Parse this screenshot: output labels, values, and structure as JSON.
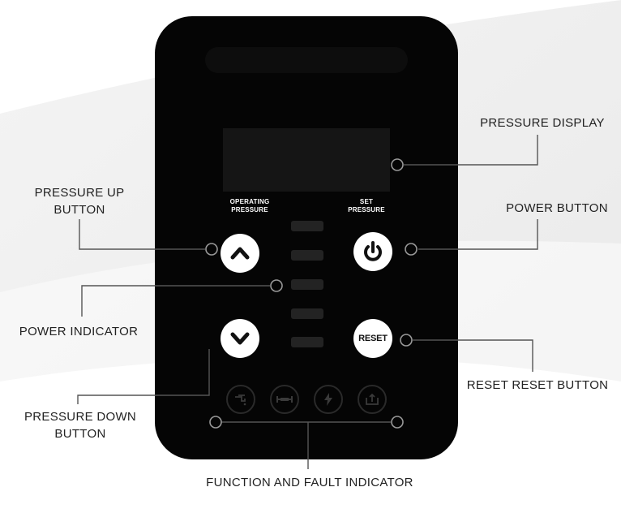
{
  "panel": {
    "operating_pressure_label_line1": "OPERATING",
    "operating_pressure_label_line2": "PRESSURE",
    "set_pressure_label_line1": "SET",
    "set_pressure_label_line2": "PRESSURE",
    "reset_button_text": "RESET"
  },
  "callouts": {
    "pressure_display": "PRESSURE DISPLAY",
    "pressure_up_line1": "PRESSURE UP",
    "pressure_up_line2": "BUTTON",
    "power_button": "POWER BUTTON",
    "power_indicator": "POWER INDICATOR",
    "reset_button": "RESET RESET BUTTON",
    "pressure_down_line1": "PRESSURE DOWN",
    "pressure_down_line2": "BUTTON",
    "function_fault": "FUNCTION AND FAULT INDICATOR"
  },
  "icons": {
    "up": "chevron-up-icon",
    "down": "chevron-down-icon",
    "power": "power-icon",
    "fault1": "faucet-icon",
    "fault2": "pipe-icon",
    "fault3": "lightning-icon",
    "fault4": "tank-level-icon"
  },
  "colors": {
    "panel": "#050505",
    "button": "#ffffff",
    "leader_line": "#555555"
  }
}
